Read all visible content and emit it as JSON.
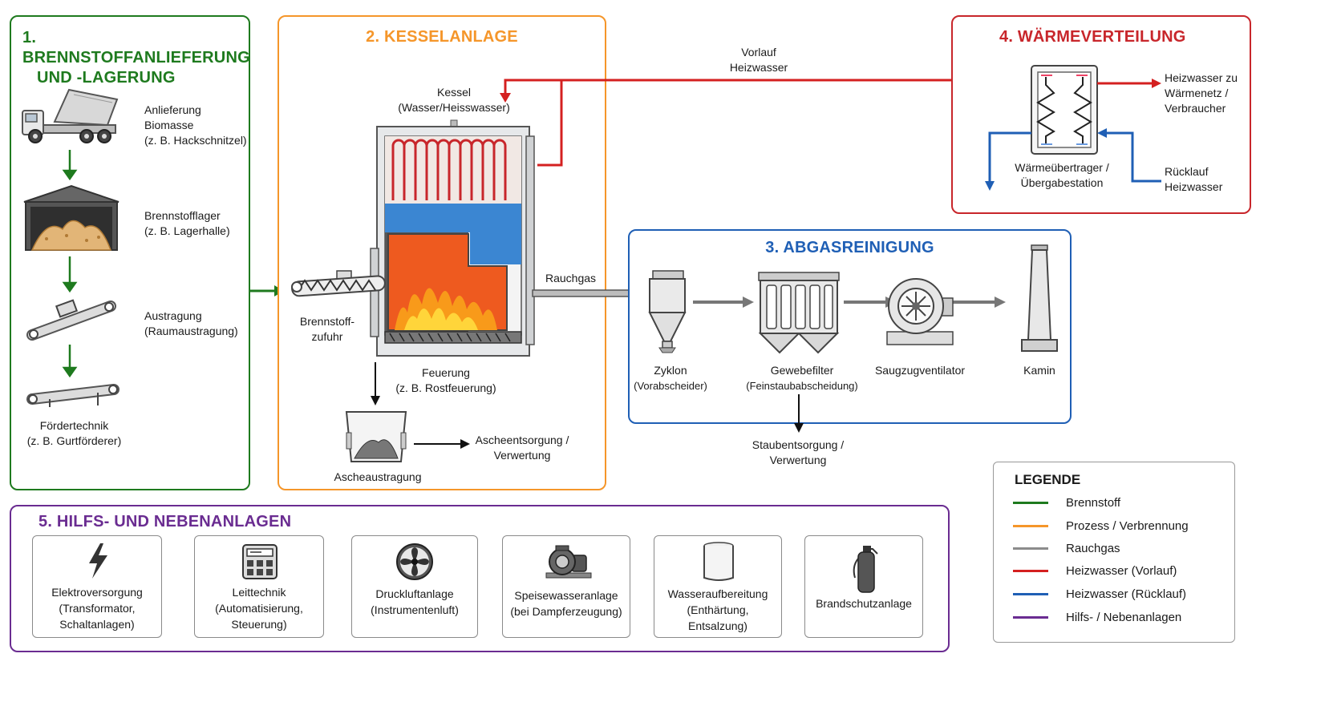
{
  "section1": {
    "title_line1": "1. BRENNSTOFFANLIEFERUNG",
    "title_line2": "UND -LAGERUNG",
    "step1": [
      "Anlieferung",
      "Biomasse",
      "(z. B. Hackschnitzel)"
    ],
    "step2": [
      "Brennstofflager",
      "(z. B. Lagerhalle)"
    ],
    "step3": [
      "Austragung",
      "(Raumaustragung)"
    ],
    "step4": [
      "Fördertechnik",
      "(z. B. Gurtförderer)"
    ]
  },
  "section2": {
    "title": "2. KESSELANLAGE",
    "boiler": [
      "Kessel",
      "(Wasser/Heisswasser)"
    ],
    "fuel_feed": [
      "Brennstoff-",
      "zufuhr"
    ],
    "firing": [
      "Feuerung",
      "(z. B. Rostfeuerung)"
    ],
    "ash_removal": "Ascheaustragung",
    "ash_disposal": [
      "Ascheentsorgung /",
      "Verwertung"
    ],
    "flue_gas": "Rauchgas"
  },
  "flow_label": [
    "Vorlauf",
    "Heizwasser"
  ],
  "section3": {
    "title": "3. ABGASREINIGUNG",
    "cyclone": [
      "Zyklon",
      "(Vorabscheider)"
    ],
    "filter": [
      "Gewebefilter",
      "(Feinstaubabscheidung)"
    ],
    "fan": "Saugzugventilator",
    "chimney": "Kamin",
    "dust": [
      "Staubentsorgung /",
      "Verwertung"
    ]
  },
  "section4": {
    "title": "4. WÄRMEVERTEILUNG",
    "exchanger": [
      "Wärmeübertrager /",
      "Übergabestation"
    ],
    "supply_out": [
      "Heizwasser zu",
      "Wärmenetz /",
      "Verbraucher"
    ],
    "return_in": [
      "Rücklauf",
      "Heizwasser"
    ]
  },
  "section5": {
    "title": "5. HILFS- UND NEBENANLAGEN",
    "cards": [
      {
        "icon": "lightning-icon",
        "lines": [
          "Elektroversorgung",
          "(Transformator,",
          "Schaltanlagen)"
        ]
      },
      {
        "icon": "control-panel-icon",
        "lines": [
          "Leittechnik",
          "(Automatisierung,",
          "Steuerung)"
        ]
      },
      {
        "icon": "fan-icon",
        "lines": [
          "Druckluftanlage",
          "(Instrumentenluft)"
        ]
      },
      {
        "icon": "pump-icon",
        "lines": [
          "Speisewasseranlage",
          "(bei Dampferzeugung)"
        ]
      },
      {
        "icon": "water-tank-icon",
        "lines": [
          "Wasseraufbereitung",
          "(Enthärtung,",
          "Entsalzung)"
        ]
      },
      {
        "icon": "fire-extinguisher-icon",
        "lines": [
          "Brandschutzanlage"
        ]
      }
    ]
  },
  "legend": {
    "title": "LEGENDE",
    "items": [
      {
        "label": "Brennstoff",
        "color": "#1e7a1e"
      },
      {
        "label": "Prozess / Verbrennung",
        "color": "#f5962a"
      },
      {
        "label": "Rauchgas",
        "color": "#8c8c8c"
      },
      {
        "label": "Heizwasser (Vorlauf)",
        "color": "#d42020"
      },
      {
        "label": "Heizwasser (Rücklauf)",
        "color": "#1f5fb5"
      },
      {
        "label": "Hilfs- / Nebenanlagen",
        "color": "#6a2c91"
      }
    ]
  },
  "colors": {
    "green": "#1e7a1e",
    "orange": "#f5962a",
    "blue": "#1f5fb5",
    "red": "#c8262b",
    "purple": "#6a2c91",
    "gray": "#8c8c8c"
  }
}
